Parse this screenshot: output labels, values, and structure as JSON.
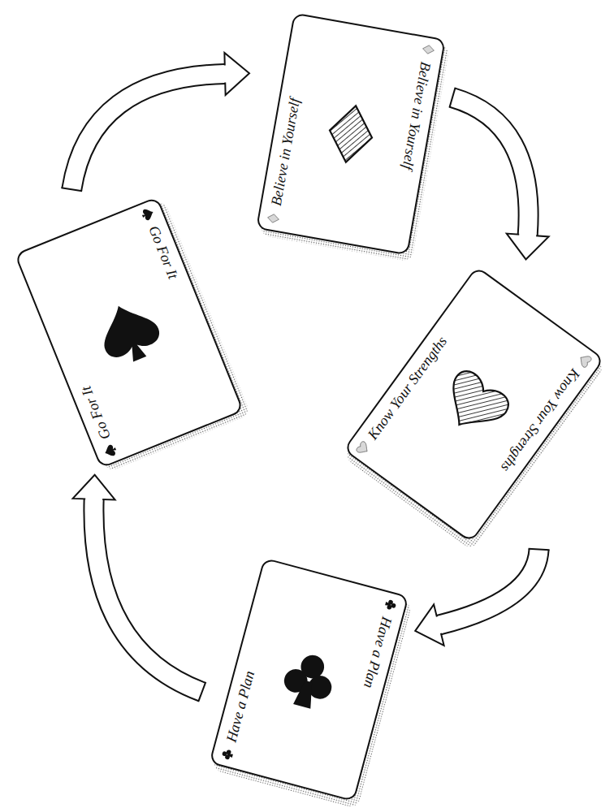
{
  "diagram": {
    "nodes": [
      {
        "text": [
          "Believe in Yourself",
          "Believe in Yourself"
        ]
      },
      {
        "text": [
          "Know Your Strengths",
          "Know Your Strengths"
        ]
      },
      {
        "text": [
          "Have a Plan",
          "Have a Plan"
        ]
      },
      {
        "text": [
          "Go For It",
          "Go For It"
        ]
      }
    ],
    "edges": [
      {
        "from": 0,
        "to": 1,
        "arrow": "to"
      },
      {
        "from": 1,
        "to": 2,
        "arrow": "to"
      },
      {
        "from": 2,
        "to": 3,
        "arrow": "to"
      },
      {
        "from": 3,
        "to": 0,
        "arrow": "to"
      }
    ]
  }
}
